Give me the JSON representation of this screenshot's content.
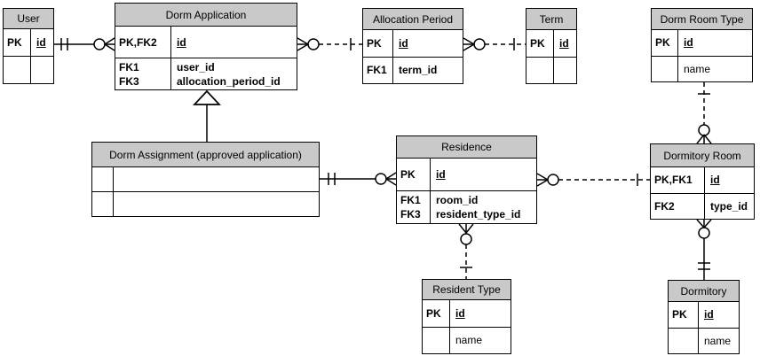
{
  "colors": {
    "header_fill": "#c9c9c9",
    "border": "#000000",
    "background": "#ffffff"
  },
  "entities": [
    {
      "name": "User",
      "rows": [
        {
          "key": "PK",
          "value": "id"
        },
        {
          "key": "",
          "value": ""
        }
      ]
    },
    {
      "name": "Dorm Application",
      "rows": [
        {
          "key": "PK,FK2",
          "value": "id"
        },
        {
          "key": "FK1\nFK3",
          "value": "user_id\nallocation_period_id"
        }
      ]
    },
    {
      "name": "Allocation Period",
      "rows": [
        {
          "key": "PK",
          "value": "id"
        },
        {
          "key": "FK1",
          "value": "term_id"
        }
      ]
    },
    {
      "name": "Term",
      "rows": [
        {
          "key": "PK",
          "value": "id"
        },
        {
          "key": "",
          "value": ""
        }
      ]
    },
    {
      "name": "Dorm Room Type",
      "rows": [
        {
          "key": "PK",
          "value": "id"
        },
        {
          "key": "",
          "value": "name"
        }
      ]
    },
    {
      "name": "Dorm Assignment (approved application)",
      "rows": [
        {
          "key": "",
          "value": ""
        },
        {
          "key": "",
          "value": ""
        }
      ]
    },
    {
      "name": "Residence",
      "rows": [
        {
          "key": "PK",
          "value": "id"
        },
        {
          "key": "FK1\nFK3",
          "value": "room_id\nresident_type_id"
        }
      ]
    },
    {
      "name": "Dormitory Room",
      "rows": [
        {
          "key": "PK,FK1",
          "value": "id"
        },
        {
          "key": "FK2",
          "value": "type_id"
        }
      ]
    },
    {
      "name": "Resident Type",
      "rows": [
        {
          "key": "PK",
          "value": "id"
        },
        {
          "key": "",
          "value": "name"
        }
      ]
    },
    {
      "name": "Dormitory",
      "rows": [
        {
          "key": "PK",
          "value": "id"
        },
        {
          "key": "",
          "value": "name"
        }
      ]
    }
  ],
  "relationships": [
    {
      "from": "User",
      "to": "Dorm Application",
      "from_end": "one-and-only-one",
      "to_end": "zero-or-many",
      "line_style": "solid"
    },
    {
      "from": "Dorm Application",
      "to": "Allocation Period",
      "from_end": "zero-or-many",
      "to_end": "one",
      "line_style": "dashed"
    },
    {
      "from": "Allocation Period",
      "to": "Term",
      "from_end": "zero-or-many",
      "to_end": "one",
      "line_style": "dashed"
    },
    {
      "from": "Dorm Room Type",
      "to": "Dormitory Room",
      "from_end": "one",
      "to_end": "zero-or-many",
      "line_style": "dashed"
    },
    {
      "from": "Dorm Application",
      "to": "Dorm Assignment (approved application)",
      "type": "subtype-triangle",
      "line_style": "solid"
    },
    {
      "from": "Dorm Assignment (approved application)",
      "to": "Residence",
      "from_end": "one-and-only-one",
      "to_end": "zero-or-many",
      "line_style": "solid"
    },
    {
      "from": "Residence",
      "to": "Dormitory Room",
      "from_end": "zero-or-many",
      "to_end": "one",
      "line_style": "dashed"
    },
    {
      "from": "Residence",
      "to": "Resident Type",
      "from_end": "zero-or-many",
      "to_end": "one",
      "line_style": "dashed"
    },
    {
      "from": "Dormitory Room",
      "to": "Dormitory",
      "from_end": "zero-or-many",
      "to_end": "one-and-only-one",
      "line_style": "solid"
    }
  ]
}
